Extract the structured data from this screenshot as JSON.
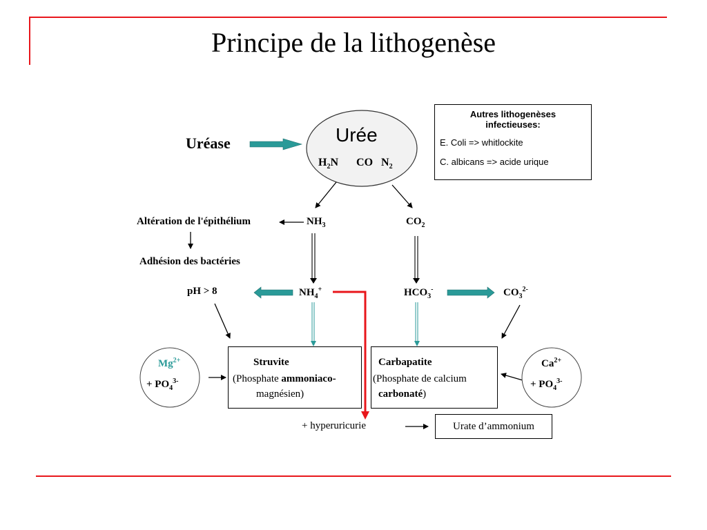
{
  "slide": {
    "title": "Principe de la lithogenèse",
    "accent_color": "#e8161b"
  },
  "diagram": {
    "urease": "Uréase",
    "uree": {
      "title": "Urée",
      "formula_left": "H",
      "formula_left_sub": "2",
      "formula_left_tail": "N",
      "formula_mid": "CO",
      "formula_right": "N",
      "formula_right_sub": "2"
    },
    "autres": {
      "title_line1": "Autres lithogenèses",
      "title_line2": "infectieuses:",
      "line1": "E. Coli => whitlockite",
      "line2": "C. albicans => acide urique"
    },
    "alteration": "Altération de l'épithélium",
    "adhesion": "Adhésion des bactéries",
    "nh3": "NH",
    "nh3_sub": "3",
    "co2": "CO",
    "co2_sub": "2",
    "ph": "pH > 8",
    "nh4": "NH",
    "nh4_sub": "4",
    "nh4_sup": "+",
    "hco3": "HCO",
    "hco3_sub": "3",
    "hco3_sup": "-",
    "co3": "CO",
    "co3_sub": "3",
    "co3_sup": "2-",
    "mg_circle": {
      "ion": "Mg",
      "ion_sup": "2+",
      "po4_prefix": "+ PO",
      "po4_sub": "4",
      "po4_sup": "3-"
    },
    "ca_circle": {
      "ion": "Ca",
      "ion_sup": "2+",
      "po4_prefix": "+ PO",
      "po4_sub": "4",
      "po4_sup": "3-"
    },
    "struvite": {
      "title": "Struvite",
      "line1_prefix": "(Phosphate ",
      "line1_bold": "ammoniaco-",
      "line2": "magnésien)"
    },
    "carbapatite": {
      "title": "Carbapatite",
      "line1": "(Phosphate de calcium",
      "line2_bold": "carbonaté",
      "line2_suffix": ")"
    },
    "hyperuricurie": "+ hyperuricurie",
    "urate": "Urate d’ammonium"
  }
}
